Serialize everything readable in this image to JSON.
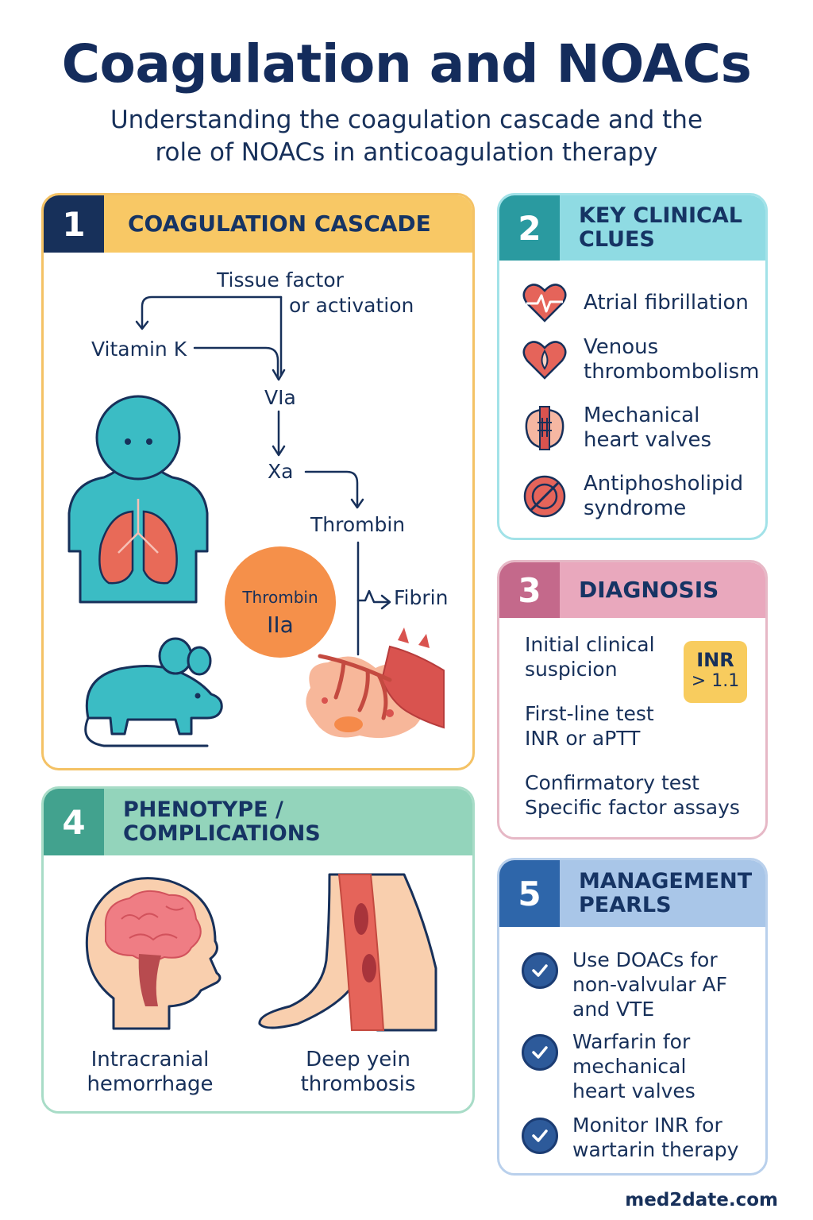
{
  "header": {
    "title": "Coagulation and NOACs",
    "subtitle_line1": "Understanding the coagulation cascade and the",
    "subtitle_line2": "role of NOACs in anticoagulation therapy"
  },
  "panel1": {
    "number": "1",
    "title": "COAGULATION CASCADE",
    "cascade": {
      "tissue_factor": "Tissue factor",
      "activation": "or activation",
      "vitamin_k": "Vitamin K",
      "viia": "VIa",
      "xa": "Xa",
      "thrombin": "Thrombin",
      "fibrin": "Fibrin",
      "circle_line1": "Thrombin",
      "circle_line2": "IIa"
    },
    "colors": {
      "header": "#f8c865",
      "number_bg": "#17305a",
      "border": "#f4c265"
    }
  },
  "panel2": {
    "number": "2",
    "title": "KEY CLINICAL CLUES",
    "items": [
      {
        "icon": "heart-ecg-icon",
        "label": "Atrial fibrillation"
      },
      {
        "icon": "heart-clot-icon",
        "label": "Venous thrombombolism"
      },
      {
        "icon": "heart-valve-icon",
        "label": "Mechanical heart valves"
      },
      {
        "icon": "antiphospholipid-icon",
        "label": "Antiphosholipid syndrome"
      }
    ],
    "colors": {
      "header": "#8fdbe3",
      "number_bg": "#2a9aa0",
      "border": "#a2e2e8"
    }
  },
  "panel3": {
    "number": "3",
    "title": "DIAGNOSIS",
    "steps": [
      {
        "line1": "Initial clinical",
        "line2": "suspicion"
      },
      {
        "line1": "First-line test",
        "line2": "INR or aPTT"
      },
      {
        "line1": "Confirmatory test",
        "line2": "Specific factor assays"
      }
    ],
    "badge_line1": "INR",
    "badge_line2": "> 1.1",
    "colors": {
      "header": "#e9a8bd",
      "number_bg": "#c4698b",
      "border": "#e6b8c6",
      "badge": "#f8cc5e"
    }
  },
  "panel4": {
    "number": "4",
    "title": "PHENOTYPE / COMPLICATIONS",
    "items": [
      {
        "icon": "brain-hemorrhage-icon",
        "label_line1": "Intracranial",
        "label_line2": "hemorrhage"
      },
      {
        "icon": "leg-vein-icon",
        "label_line1": "Deep yein",
        "label_line2": "thrombosis"
      }
    ],
    "colors": {
      "header": "#93d4bb",
      "number_bg": "#42a28e",
      "border": "#a8dcc7"
    }
  },
  "panel5": {
    "number": "5",
    "title": "MANAGEMENT PEARLS",
    "items": [
      {
        "icon": "check-icon",
        "lines": [
          "Use DOACs for",
          "non-valvular AF",
          "and VTE"
        ]
      },
      {
        "icon": "check-icon",
        "lines": [
          "Warfarin for",
          "mechanical",
          "heart valves"
        ]
      },
      {
        "icon": "check-icon",
        "lines": [
          "Monitor INR for",
          "wartarin therapy"
        ]
      }
    ],
    "colors": {
      "header": "#a9c6e8",
      "number_bg": "#2e66aa",
      "border": "#b9d0ec"
    }
  },
  "footer": {
    "text": "med2date.com"
  }
}
